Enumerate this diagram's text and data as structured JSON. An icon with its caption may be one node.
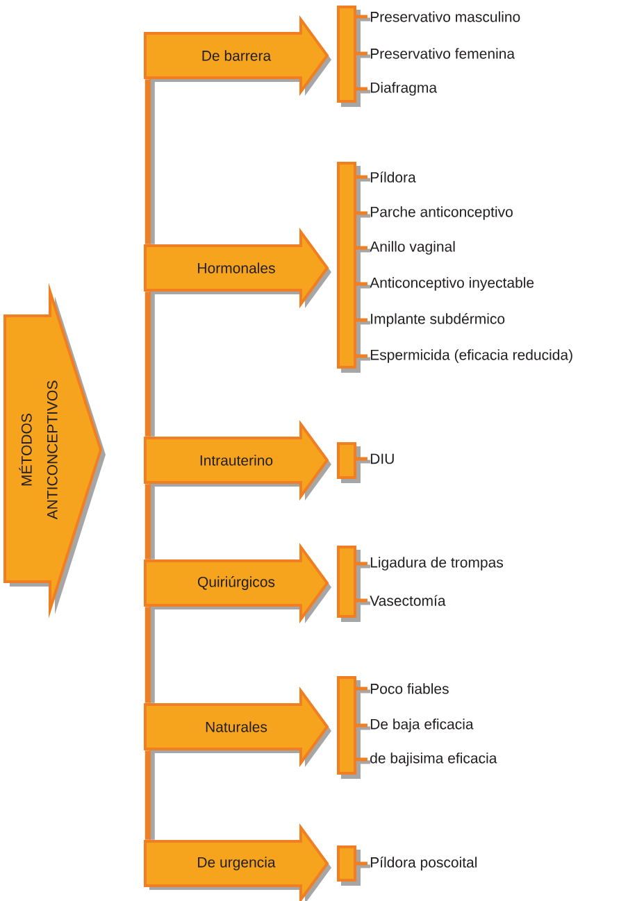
{
  "diagram": {
    "nodes": [
      {
        "text": [
          "MÉTODOS ANTICONCEPTIVOS"
        ]
      },
      {
        "text": [
          "De barrera"
        ]
      },
      {
        "text": [],
        "shape": "bar"
      },
      {
        "text": [
          "Preservativo masculino"
        ]
      },
      {
        "text": [
          "Preservativo femenina"
        ]
      },
      {
        "text": [
          "Diafragma"
        ]
      },
      {
        "text": [
          "Hormonales"
        ]
      },
      {
        "text": [],
        "shape": "bar"
      },
      {
        "text": [
          "Píldora"
        ]
      },
      {
        "text": [
          "Parche anticonceptivo"
        ]
      },
      {
        "text": [
          "Anillo vaginal"
        ]
      },
      {
        "text": [
          "Anticonceptivo inyectable"
        ]
      },
      {
        "text": [
          "Implante subdérmico"
        ]
      },
      {
        "text": [
          "Espermicida (eficacia reducida)"
        ]
      },
      {
        "text": [
          "Intrauterino"
        ]
      },
      {
        "text": [],
        "shape": "bar"
      },
      {
        "text": [
          "DIU"
        ]
      },
      {
        "text": [
          "Quiriúrgicos"
        ]
      },
      {
        "text": [],
        "shape": "bar"
      },
      {
        "text": [
          "Ligadura de trompas"
        ]
      },
      {
        "text": [
          "Vasectomía"
        ]
      },
      {
        "text": [
          "Naturales"
        ]
      },
      {
        "text": [],
        "shape": "bar"
      },
      {
        "text": [
          "Poco fiables"
        ]
      },
      {
        "text": [
          "De baja eficacia"
        ]
      },
      {
        "text": [
          "de bajisima eficacia"
        ]
      },
      {
        "text": [
          "De urgencia"
        ]
      },
      {
        "text": [],
        "shape": "bar"
      },
      {
        "text": [
          "Píldora poscoital"
        ]
      }
    ],
    "edges": [
      {
        "from": 1,
        "to": 6,
        "arrow": "none"
      },
      {
        "from": 6,
        "to": 14,
        "arrow": "none"
      },
      {
        "from": 14,
        "to": 17,
        "arrow": "none"
      },
      {
        "from": 17,
        "to": 21,
        "arrow": "none"
      },
      {
        "from": 21,
        "to": 26,
        "arrow": "none"
      },
      {
        "from": 2,
        "to": 3,
        "arrow": "none"
      },
      {
        "from": 2,
        "to": 4,
        "arrow": "none"
      },
      {
        "from": 2,
        "to": 5,
        "arrow": "none"
      },
      {
        "from": 7,
        "to": 8,
        "arrow": "none"
      },
      {
        "from": 7,
        "to": 9,
        "arrow": "none"
      },
      {
        "from": 7,
        "to": 10,
        "arrow": "none"
      },
      {
        "from": 7,
        "to": 11,
        "arrow": "none"
      },
      {
        "from": 7,
        "to": 12,
        "arrow": "none"
      },
      {
        "from": 7,
        "to": 13,
        "arrow": "none"
      },
      {
        "from": 15,
        "to": 16,
        "arrow": "none"
      },
      {
        "from": 18,
        "to": 19,
        "arrow": "none"
      },
      {
        "from": 18,
        "to": 20,
        "arrow": "none"
      },
      {
        "from": 22,
        "to": 23,
        "arrow": "none"
      },
      {
        "from": 22,
        "to": 24,
        "arrow": "none"
      },
      {
        "from": 22,
        "to": 25,
        "arrow": "none"
      },
      {
        "from": 27,
        "to": 28,
        "arrow": "none"
      }
    ]
  }
}
